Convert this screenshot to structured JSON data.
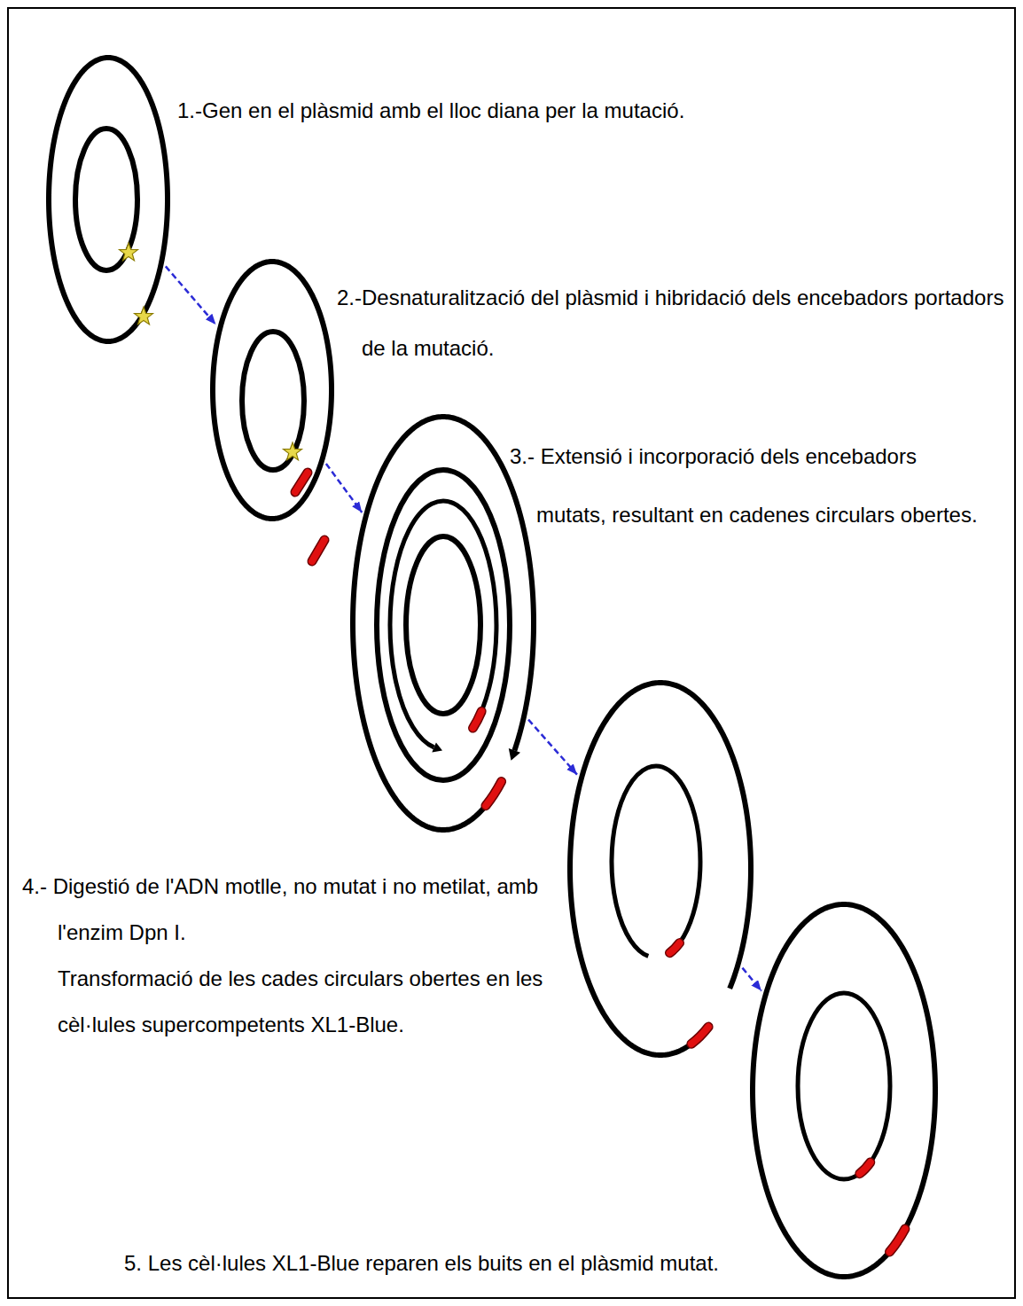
{
  "diagram": {
    "nodes": [
      {
        "text": [
          "1.-Gen en el plàsmid amb el lloc diana per la mutació."
        ]
      },
      {
        "text": [
          "2.-Desnaturalització del plàsmid i hibridació dels encebadors portadors de la mutació."
        ]
      },
      {
        "text": [
          "3.- Extensió i incorporació dels encebadors mutats, resultant en cadenes circulars obertes."
        ]
      },
      {
        "text": [
          "4.- Digestió de l'ADN motlle, no mutat i no metilat, amb l'enzim Dpn I.",
          "Transformació de les cades circulars obertes en les cèl·lules supercompetents XL1-Blue."
        ]
      },
      {
        "text": [
          "5. Les cèl·lules XL1-Blue reparen els buits en el plàsmid mutat."
        ]
      }
    ],
    "edges": [
      {
        "from": 0,
        "to": 1,
        "arrow": "to"
      },
      {
        "from": 1,
        "to": 2,
        "arrow": "to"
      },
      {
        "from": 2,
        "to": 3,
        "arrow": "to"
      },
      {
        "from": 3,
        "to": 4,
        "arrow": "to"
      }
    ]
  }
}
